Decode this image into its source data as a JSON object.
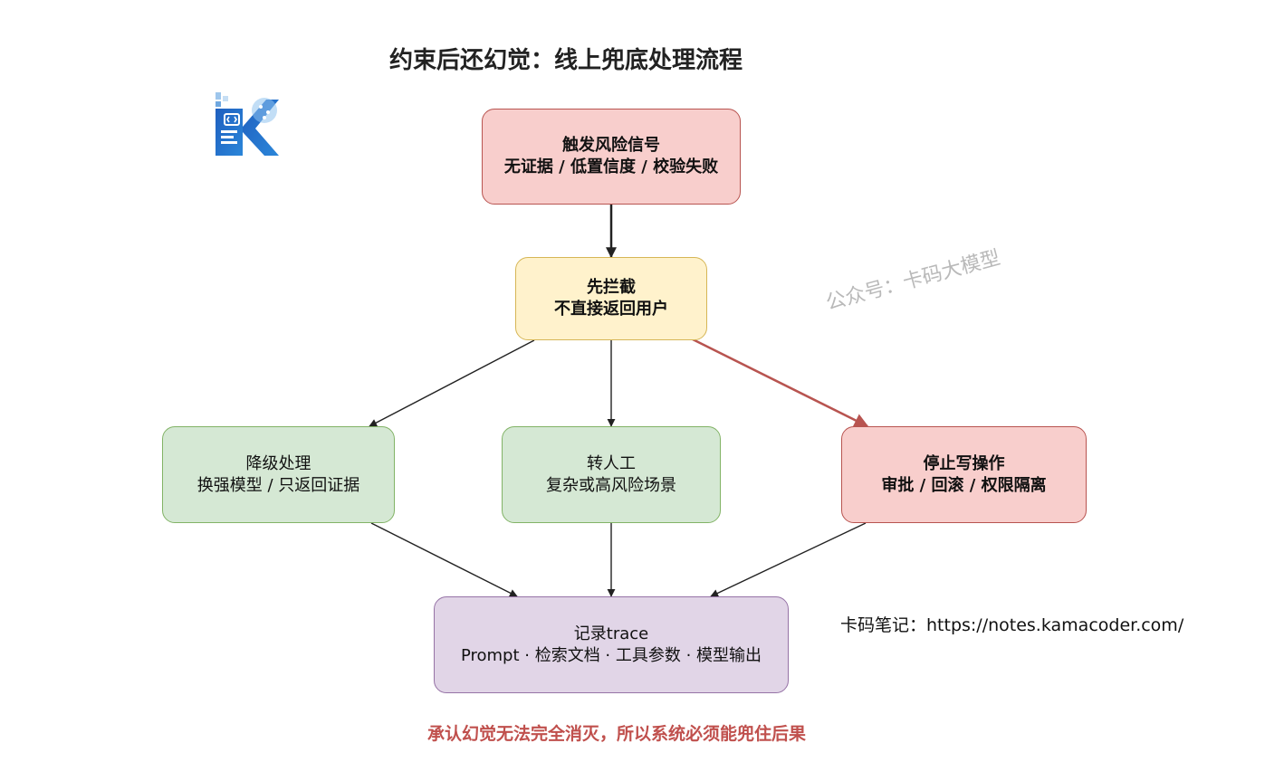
{
  "title": "约束后还幻觉：线上兜底处理流程",
  "nodes": {
    "trigger": {
      "line1": "触发风险信号",
      "line2": "无证据 / 低置信度 / 校验失败"
    },
    "intercept": {
      "line1": "先拦截",
      "line2": "不直接返回用户"
    },
    "degrade": {
      "line1": "降级处理",
      "line2": "换强模型 / 只返回证据"
    },
    "manual": {
      "line1": "转人工",
      "line2": "复杂或高风险场景"
    },
    "stop_write": {
      "line1": "停止写操作",
      "line2": "审批 / 回滚 / 权限隔离"
    },
    "trace": {
      "line1": "记录trace",
      "line2": "Prompt · 检索文档 · 工具参数 · 模型输出"
    }
  },
  "watermark": "公众号：卡码大模型",
  "site_note": "卡码笔记：https://notes.kamacoder.com/",
  "footer": "承认幻觉无法完全消灭，所以系统必须能兜住后果",
  "colors": {
    "red_fill": "#f8cecc",
    "red_stroke": "#b85450",
    "yellow_fill": "#fff2cc",
    "yellow_stroke": "#d6b656",
    "green_fill": "#d5e8d4",
    "green_stroke": "#82b366",
    "purple_fill": "#e1d5e7",
    "purple_stroke": "#9673a6",
    "highlight_edge": "#b85450",
    "footer_text": "#c0504d"
  },
  "icons": {
    "logo": "kamacoder-k-logo"
  }
}
